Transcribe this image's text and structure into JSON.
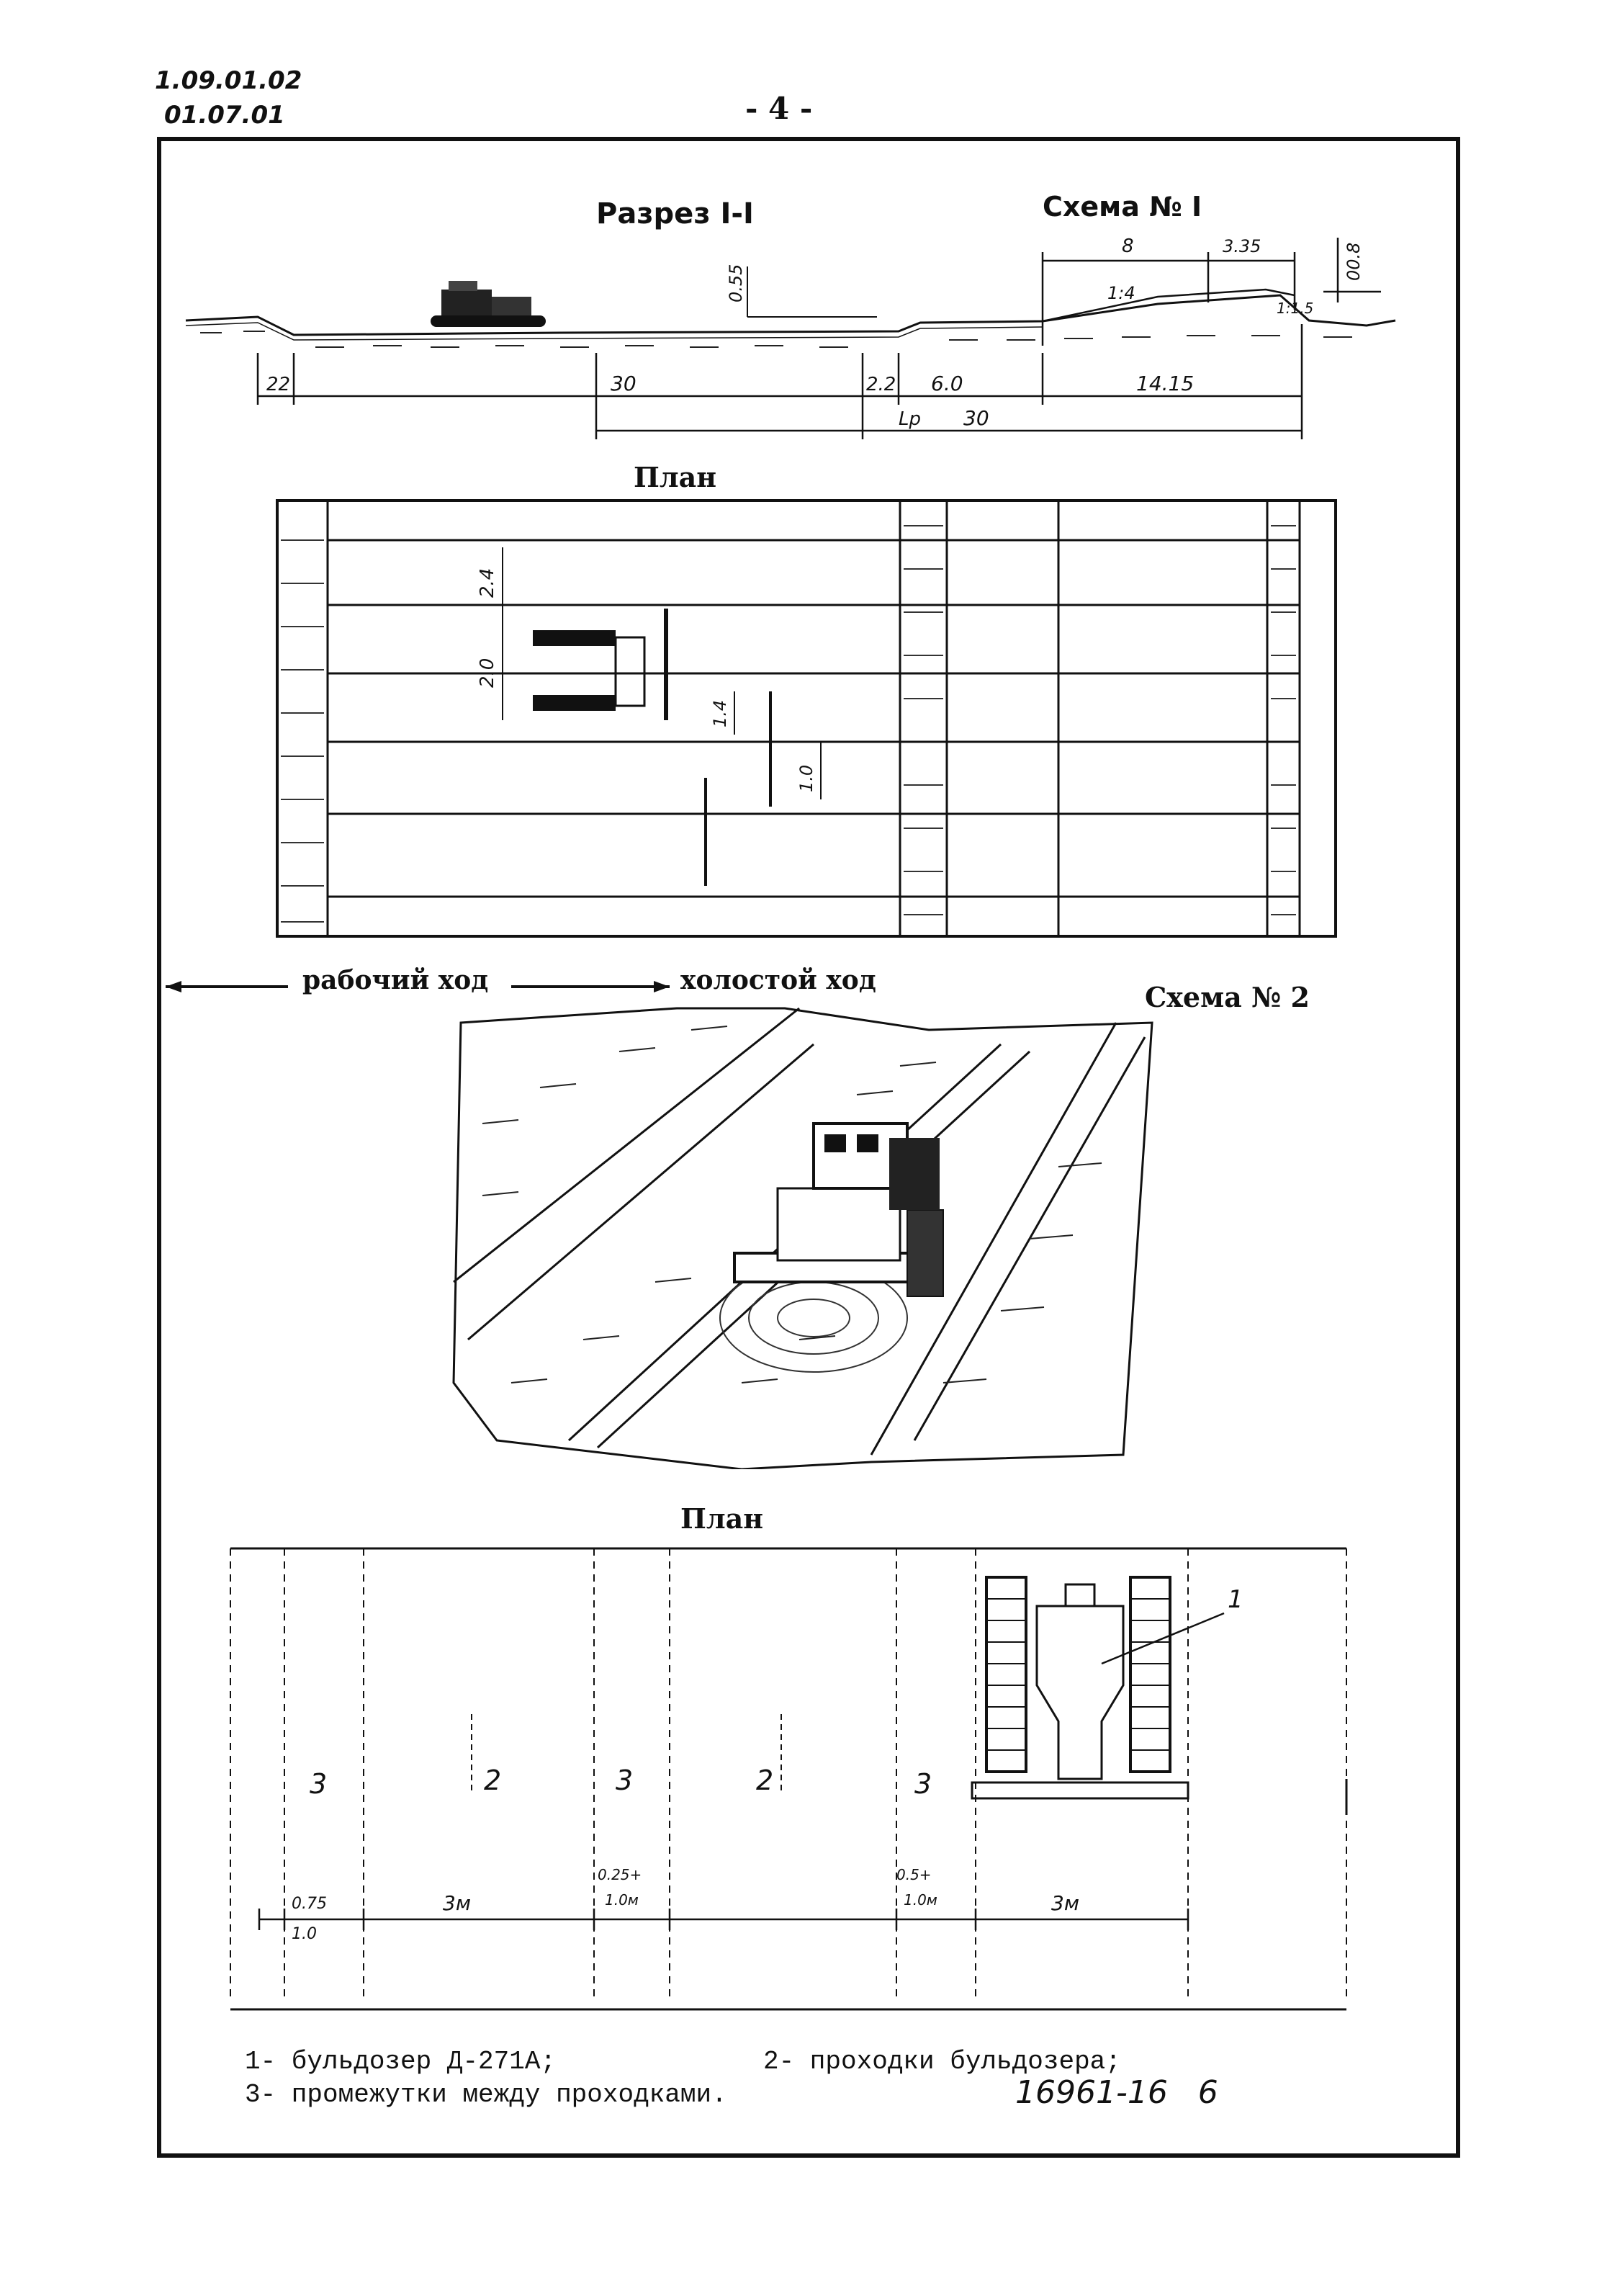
{
  "header": {
    "code_line1": "1.09.01.02",
    "code_line2": "01.07.01",
    "page_number": "- 4 -"
  },
  "section": {
    "title": "Разрез I-I",
    "scheme1": "Схема № I",
    "dims": {
      "d1": "22",
      "d2": "30",
      "d3": "2.2",
      "d4": "6.0",
      "d5": "14.15",
      "lp": "Lр",
      "d6": "30",
      "h1": "0.55",
      "top1": "8",
      "top2": "3.35",
      "right": "00.8",
      "slope1": "1:4",
      "slope2": "1:1.5"
    }
  },
  "plan1": {
    "title": "План",
    "dims": {
      "a": "2.4",
      "b": "2.0",
      "c": "1.4",
      "d": "1.0"
    }
  },
  "legend_move": {
    "working": "рабочий ход",
    "idle": "холостой ход"
  },
  "scheme2": {
    "title": "Схема № 2"
  },
  "plan2": {
    "title": "План",
    "labels": {
      "n3a": "3",
      "n2a": "2",
      "n3b": "3",
      "n2b": "2",
      "n3c": "3",
      "n1": "1"
    },
    "dims": {
      "d075": "0.75",
      "d10": "1.0",
      "d3m1": "3м",
      "d025": "0.25+",
      "d10m": "1.0м",
      "d05": "0.5+",
      "d10b": "1.0м",
      "d3m2": "3м"
    }
  },
  "notes": {
    "line1_a": "1- бульдозер Д-271А;",
    "line1_b": "2- проходки бульдозера;",
    "line2": "3- промежутки между проходками."
  },
  "stamp": "16961-16   6"
}
